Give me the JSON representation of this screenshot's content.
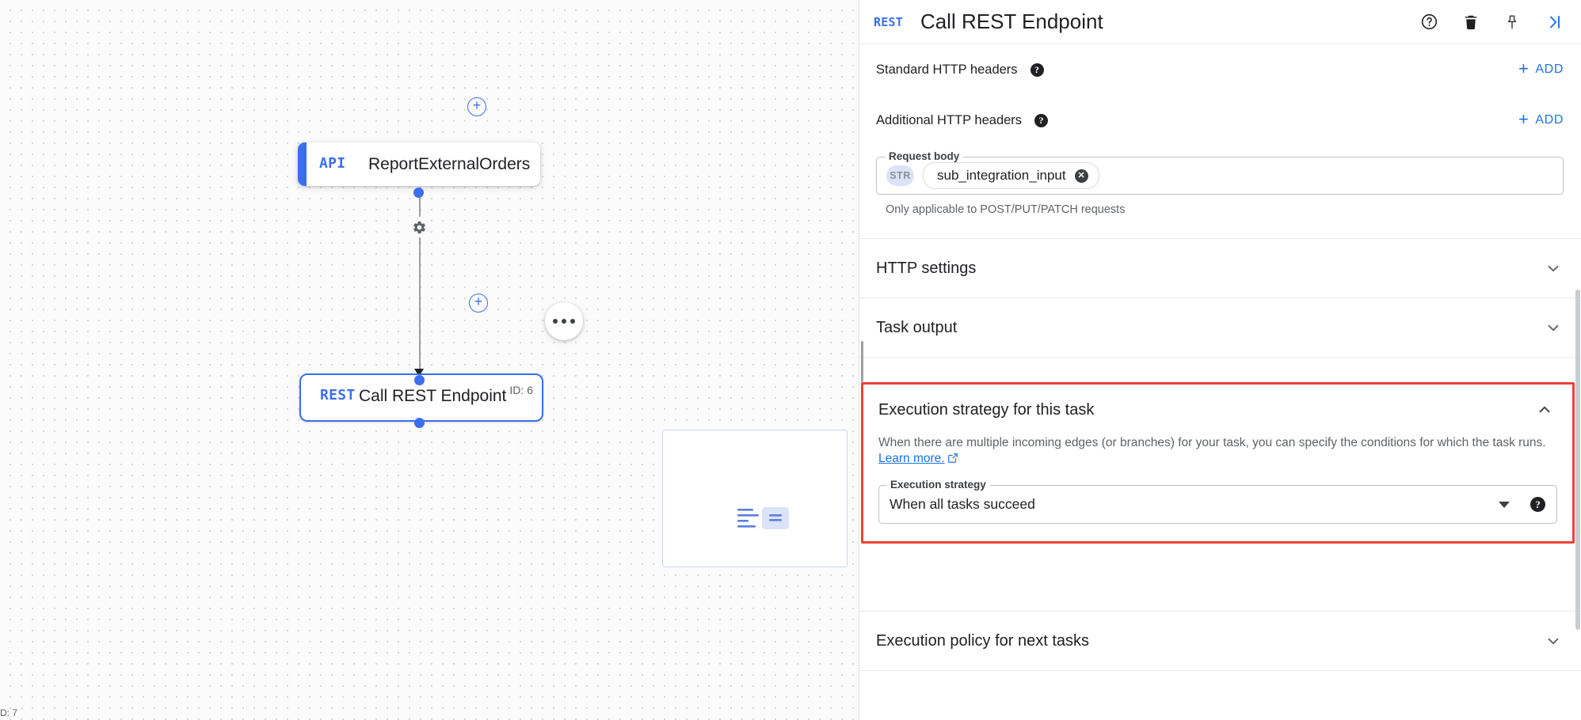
{
  "canvas": {
    "zoom_label": "D: 7",
    "nodes": [
      {
        "kind": "API",
        "title": "ReportExternalOrders",
        "id_label": ""
      },
      {
        "kind": "REST",
        "title": "Call REST Endpoint",
        "id_label": "ID: 6"
      }
    ],
    "add_edge_label": "+",
    "menu_label": "more-options"
  },
  "panel": {
    "header": {
      "kind": "REST",
      "title": "Call REST Endpoint",
      "icons": [
        "help-icon",
        "delete-icon",
        "pin-icon",
        "collapse-panel-icon"
      ]
    },
    "fields": {
      "standard_headers_label": "Standard HTTP headers",
      "standard_headers_add": "ADD",
      "additional_headers_label": "Additional HTTP headers",
      "additional_headers_add": "ADD",
      "request_body_legend": "Request body",
      "request_body_type": "STR",
      "request_body_value": "sub_integration_input",
      "request_body_hint": "Only applicable to POST/PUT/PATCH requests"
    },
    "sections": [
      {
        "title": "HTTP settings",
        "state": "collapsed"
      },
      {
        "title": "Task output",
        "state": "collapsed"
      },
      {
        "title": "Execution policy for next tasks",
        "state": "collapsed"
      }
    ],
    "exec_strategy": {
      "title": "Execution strategy for this task",
      "state": "expanded",
      "description_line1": "When there are multiple incoming edges (or branches) for your task,",
      "description_line2": "you can specify the conditions for which the task runs.",
      "learn_more": "Learn more.",
      "select_legend": "Execution strategy",
      "select_value": "When all tasks succeed"
    }
  },
  "colors": {
    "accent_blue": "#1a73e8",
    "node_blue": "#3b6ef0",
    "highlight_red": "#ea4335",
    "text_primary": "#202124",
    "text_secondary": "#5f6368"
  }
}
